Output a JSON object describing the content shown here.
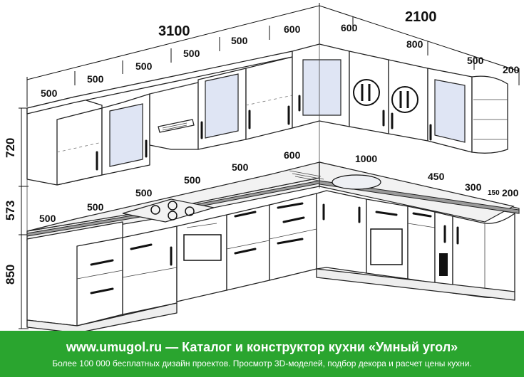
{
  "dimensions": {
    "wall_left_total": "3100",
    "wall_right_total": "2100",
    "upper_left": [
      "500",
      "500",
      "500",
      "500",
      "500",
      "600"
    ],
    "upper_right": [
      "600",
      "800",
      "500",
      "200"
    ],
    "base_left": [
      "500",
      "500",
      "500",
      "500",
      "500",
      "600"
    ],
    "base_right": [
      "1000",
      "450",
      "300",
      "150",
      "200"
    ],
    "heights": [
      "720",
      "573",
      "850"
    ]
  },
  "banner": {
    "title": "www.umugol.ru — Каталог и конструктор кухни «Умный угол»",
    "subtitle": "Более 100 000 бесплатных дизайн проектов. Просмотр 3D-моделей, подбор декора и расчет цены кухни."
  },
  "colors": {
    "banner_bg": "#2aa52f",
    "line": "#222222",
    "countertop_edge": "#9a9a9a"
  },
  "icons": [
    "fork-knife-icon",
    "fork-knife-icon",
    "dishwasher-icon",
    "bottle-icon",
    "hob-icon",
    "sink-icon",
    "range-hood-icon",
    "oven-icon"
  ]
}
